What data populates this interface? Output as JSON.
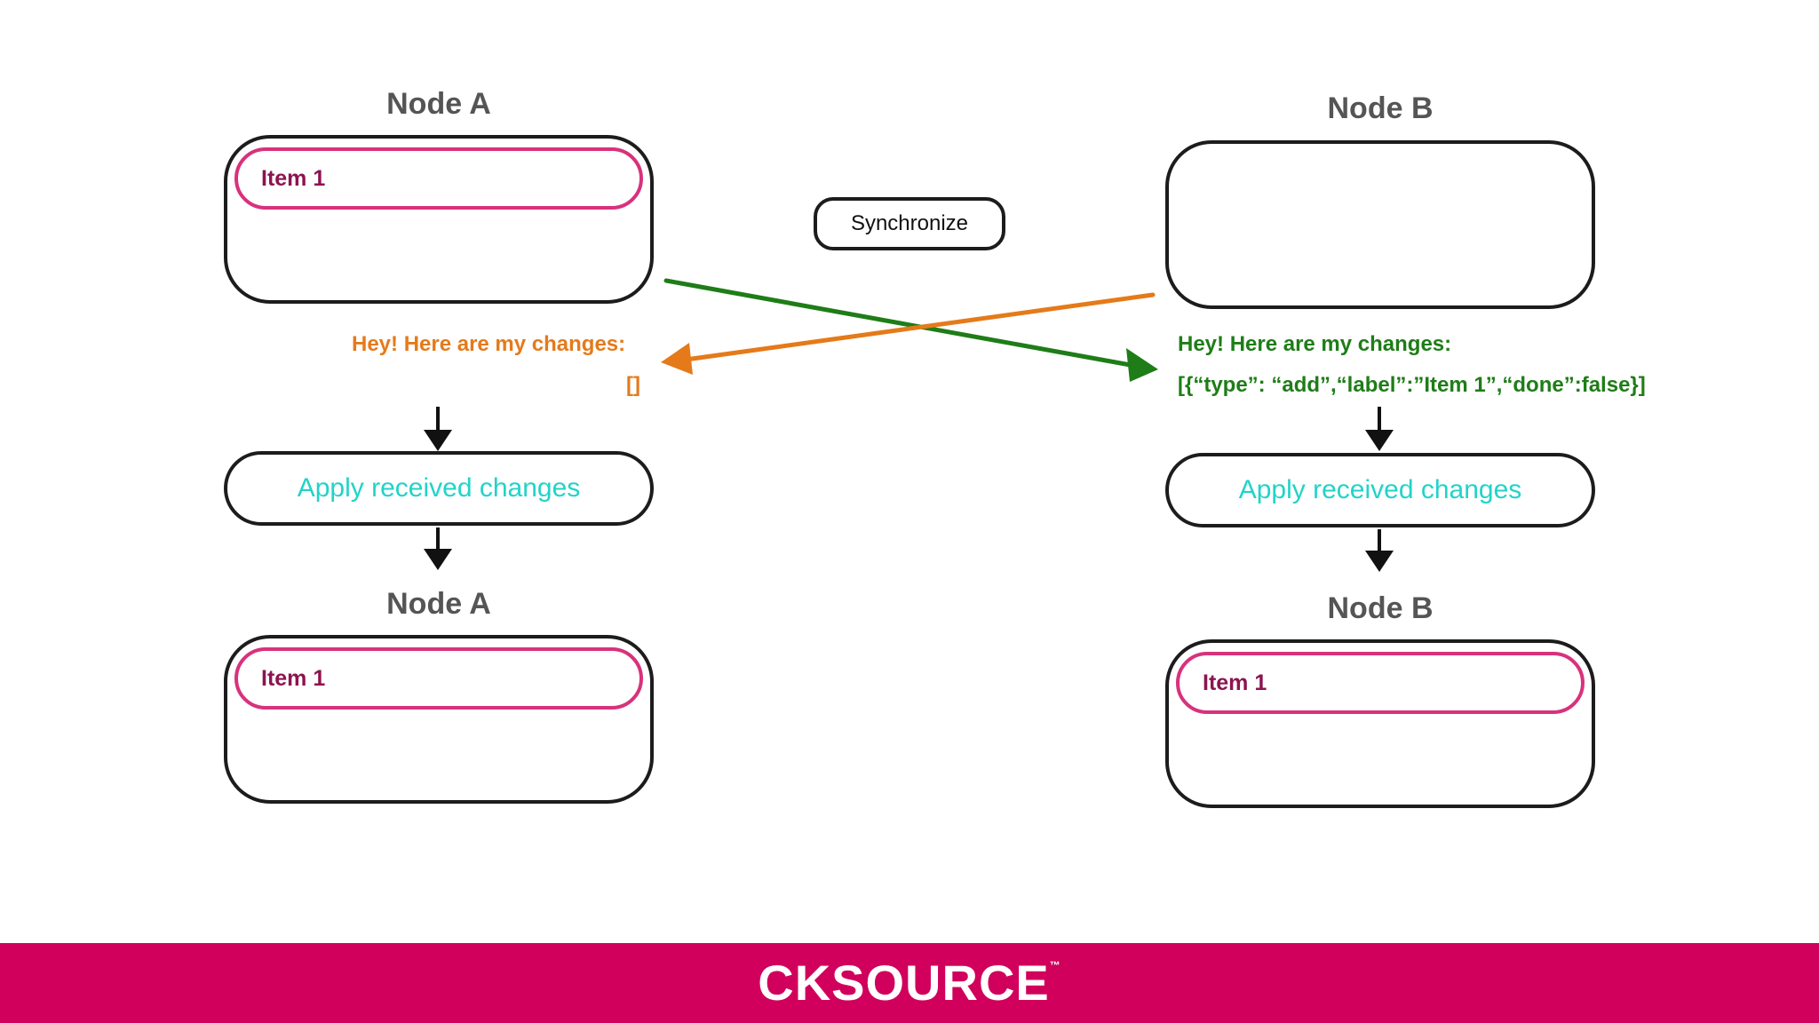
{
  "top": {
    "node_a_title": "Node A",
    "node_b_title": "Node B",
    "node_a_item": "Item 1",
    "sync_label": "Synchronize"
  },
  "messages": {
    "left_heading": "Hey! Here are my changes:",
    "left_payload": "[]",
    "right_heading": "Hey! Here are my changes:",
    "right_payload": "[{“type”: “add”,“label”:”Item 1”,“done”:false}]"
  },
  "apply": {
    "left_label": "Apply received changes",
    "right_label": "Apply received changes"
  },
  "bottom": {
    "node_a_title": "Node A",
    "node_b_title": "Node B",
    "node_a_item": "Item 1",
    "node_b_item": "Item 1"
  },
  "footer": {
    "logo_text": "CKSOURCE",
    "trademark": "™"
  },
  "colors": {
    "orange": "#e57a1a",
    "green": "#1e7d17",
    "pink": "#d8327c",
    "teal": "#22d3c8",
    "footer": "#d1005c"
  }
}
